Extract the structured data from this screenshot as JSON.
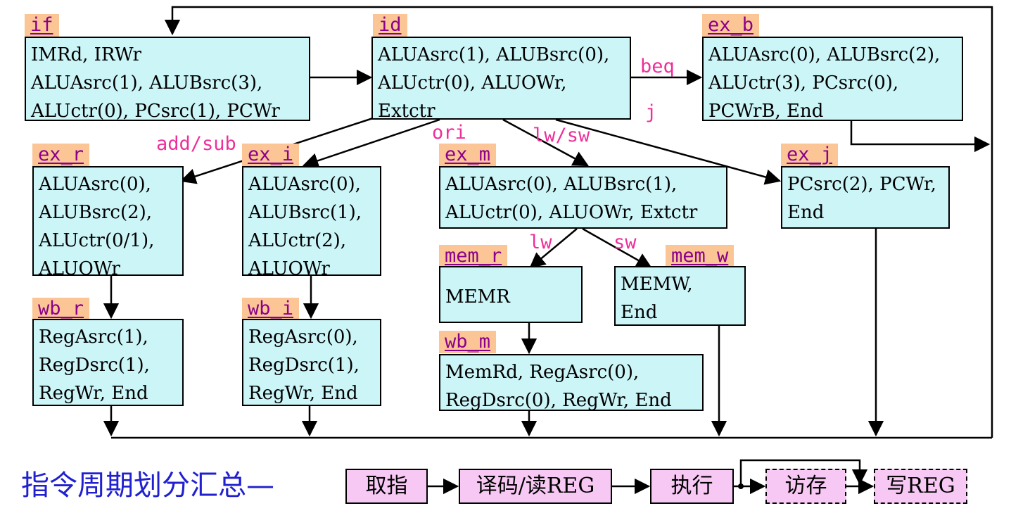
{
  "diagram": {
    "states": [
      {
        "id": "if",
        "label": "if",
        "lines": [
          "IMRd, IRWr",
          "ALUAsrc(1), ALUBsrc(3),",
          "ALUctr(0), PCsrc(1), PCWr"
        ]
      },
      {
        "id": "id",
        "label": "id",
        "lines": [
          "ALUAsrc(1), ALUBsrc(0),",
          "ALUctr(0), ALUOWr,",
          "Extctr"
        ]
      },
      {
        "id": "ex_b",
        "label": "ex_b",
        "lines": [
          "ALUAsrc(0), ALUBsrc(2),",
          "ALUctr(3), PCsrc(0),",
          "PCWrB, End"
        ]
      },
      {
        "id": "ex_r",
        "label": "ex_r",
        "lines": [
          "ALUAsrc(0),",
          "ALUBsrc(2),",
          "ALUctr(0/1),",
          "ALUOWr"
        ]
      },
      {
        "id": "ex_i",
        "label": "ex_i",
        "lines": [
          "ALUAsrc(0),",
          "ALUBsrc(1),",
          "ALUctr(2),",
          "ALUOWr"
        ]
      },
      {
        "id": "ex_m",
        "label": "ex_m",
        "lines": [
          "ALUAsrc(0), ALUBsrc(1),",
          "ALUctr(0), ALUOWr, Extctr"
        ]
      },
      {
        "id": "ex_j",
        "label": "ex_j",
        "lines": [
          "PCsrc(2), PCWr,",
          "End"
        ]
      },
      {
        "id": "mem_r",
        "label": "mem_r",
        "lines": [
          "MEMR"
        ]
      },
      {
        "id": "mem_w",
        "label": "mem_w",
        "lines": [
          "MEMW,",
          "End"
        ]
      },
      {
        "id": "wb_r",
        "label": "wb_r",
        "lines": [
          "RegAsrc(1),",
          "RegDsrc(1),",
          "RegWr, End"
        ]
      },
      {
        "id": "wb_i",
        "label": "wb_i",
        "lines": [
          "RegAsrc(0),",
          "RegDsrc(1),",
          "RegWr, End"
        ]
      },
      {
        "id": "wb_m",
        "label": "wb_m",
        "lines": [
          "MemRd, RegAsrc(0),",
          "RegDsrc(0), RegWr, End"
        ]
      }
    ],
    "transitions": {
      "beq": "beq",
      "j": "j",
      "add_sub": "add/sub",
      "ori": "ori",
      "lw_sw": "lw/sw",
      "lw": "lw",
      "sw": "sw"
    }
  },
  "summary": {
    "title": "指令周期划分汇总—",
    "stages": [
      "取指",
      "译码/读REG",
      "执行",
      "访存",
      "写REG"
    ]
  }
}
